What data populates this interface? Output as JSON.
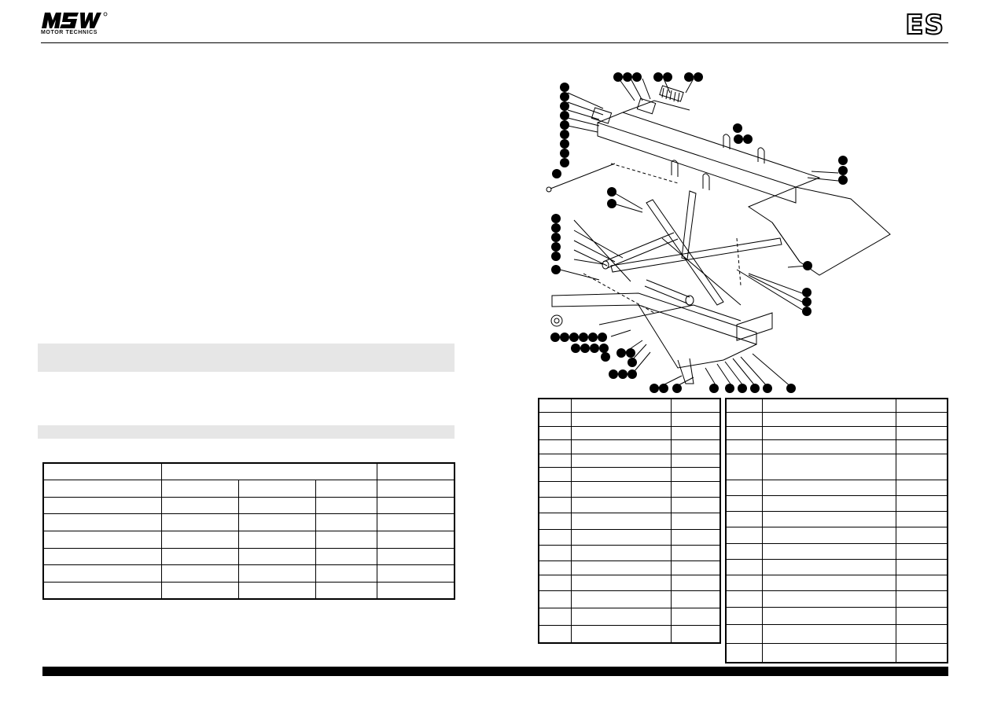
{
  "header": {
    "brand_name": "MSW",
    "brand_tagline": "MOTOR TECHNICS",
    "language_code": "ES"
  },
  "colors": {
    "ink": "#000000",
    "band": "#e6e6e6",
    "page": "#ffffff"
  },
  "spec_table": {
    "rows": 8,
    "columns": 5
  },
  "parts_left": {
    "rows": 17,
    "columns": 3
  },
  "parts_right": {
    "rows": 17,
    "columns": 3
  }
}
